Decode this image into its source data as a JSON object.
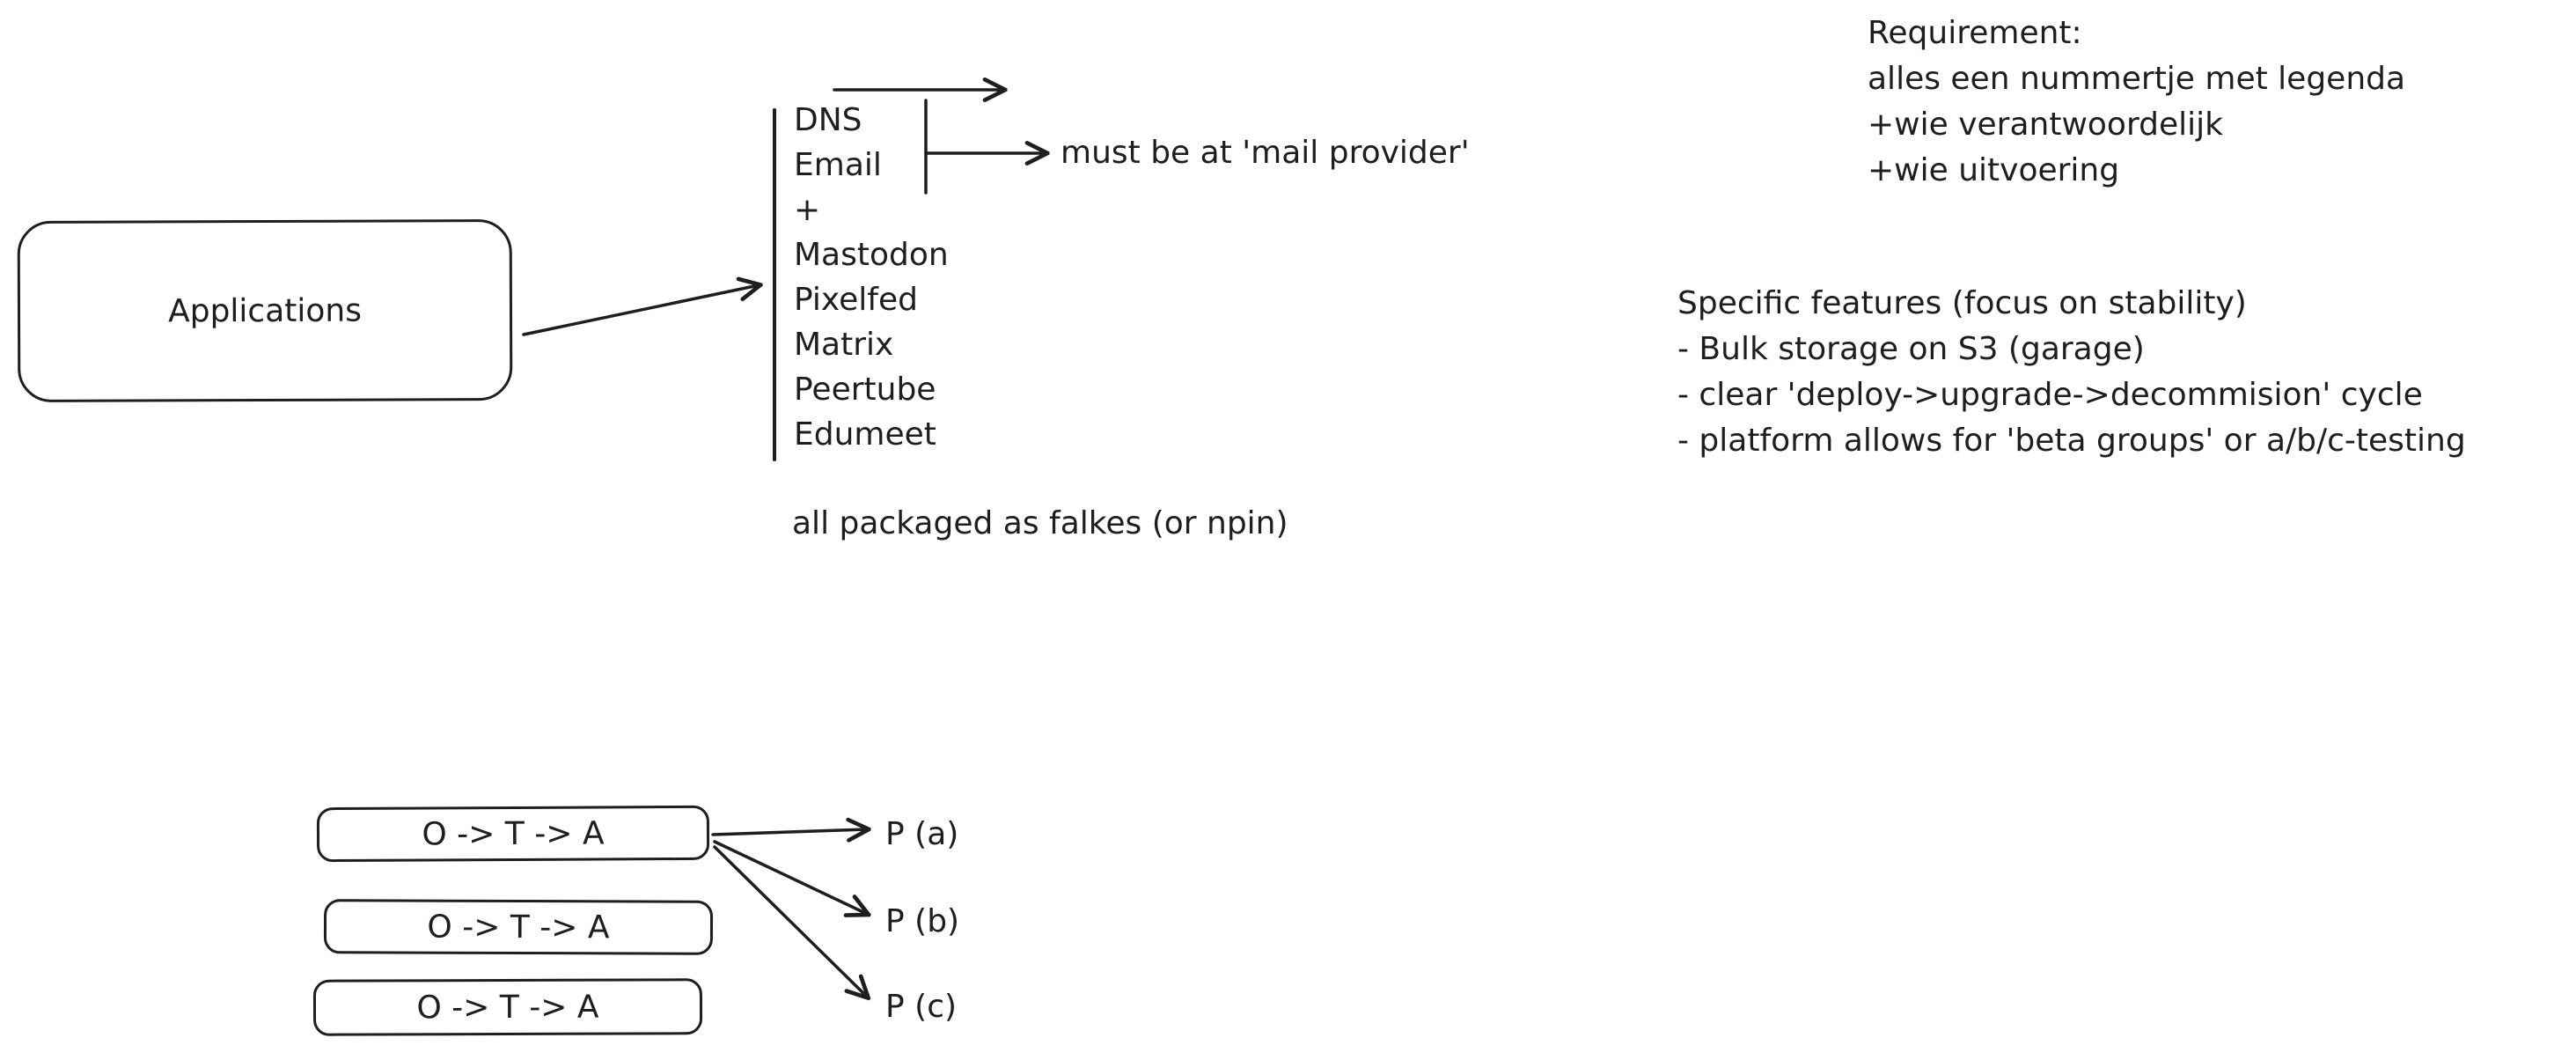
{
  "applications": {
    "label": "Applications"
  },
  "services": {
    "items": [
      "DNS",
      "Email",
      "+",
      "Mastodon",
      "Pixelfed",
      "Matrix",
      "Peertube",
      "Edumeet"
    ],
    "mail_note": "must be at 'mail provider'",
    "packaged_note": "all packaged as falkes (or npin)"
  },
  "requirement": {
    "title": "Requirement:",
    "lines": [
      "alles een nummertje met legenda",
      "+wie verantwoordelijk",
      "+wie uitvoering"
    ]
  },
  "features": {
    "title": "Specific features (focus on stability)",
    "lines": [
      "- Bulk storage on S3 (garage)",
      "- clear 'deploy->upgrade->decommision' cycle",
      "- platform allows for 'beta groups' or a/b/c-testing"
    ]
  },
  "pipeline": {
    "boxes": [
      "O -> T -> A",
      "O -> T -> A",
      "O -> T -> A"
    ],
    "targets": [
      "P (a)",
      "P (b)",
      "P (c)"
    ]
  },
  "colors": {
    "stroke": "#1e1e1e",
    "background": "#ffffff"
  }
}
